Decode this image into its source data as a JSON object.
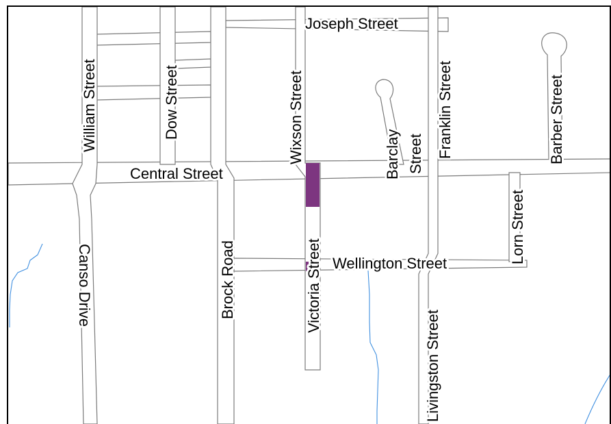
{
  "map": {
    "streets": {
      "joseph": "Joseph Street",
      "william": "William Street",
      "dow": "Dow Street",
      "wixson": "Wixson Street",
      "franklin": "Franklin Street",
      "barber": "Barber Street",
      "barclay_line1": "Barclay",
      "barclay_line2": "Street",
      "central": "Central Street",
      "lorn": "Lorn Street",
      "brock": "Brock Road",
      "victoria": "Victoria Street",
      "wellington": "Wellington Street",
      "canso": "Canso Drive",
      "livingston": "Livingston Street"
    },
    "colors": {
      "highlight": "#7d3580",
      "road_outline": "#7a7a7a",
      "water": "#3f8fe0",
      "frame": "#000000"
    }
  }
}
